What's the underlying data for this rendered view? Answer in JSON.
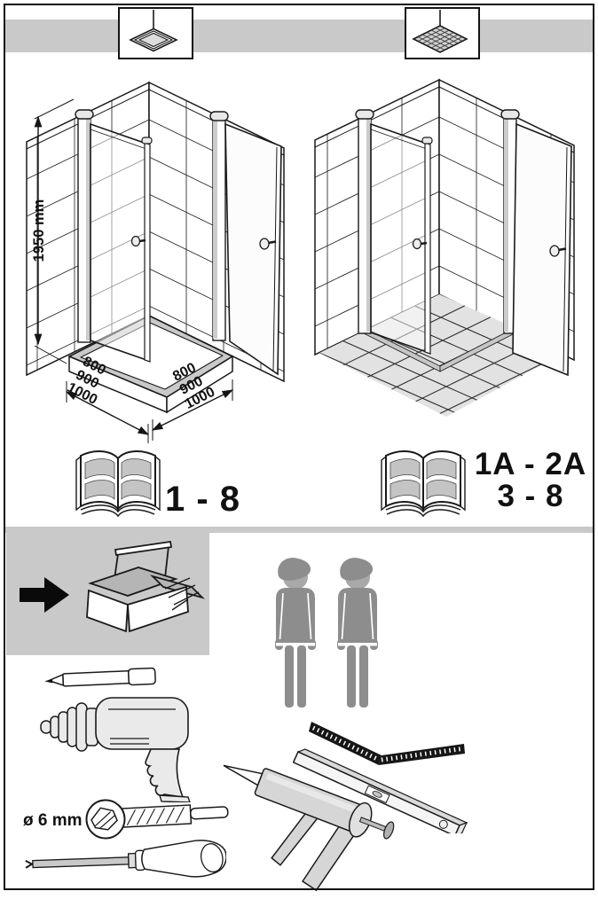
{
  "page": {
    "type": "shower-enclosure-assembly-instruction-sheet"
  },
  "colors": {
    "band_gray": "#c9c9c9",
    "panel_gray": "#c9c9c9",
    "outline": "#1a1a1a",
    "person_body": "#8d8d8d",
    "person_head": "#a9a9a9",
    "floor_tile": "#e2e2e2",
    "book_panel": "#c4c4c4",
    "tray_rim": "#c9c9c9",
    "arrow_black": "#0a0a0a"
  },
  "header_variants": {
    "left_icon": "flat-shower-tray-icon",
    "right_icon": "tiled-floor-icon"
  },
  "enclosure_left": {
    "name": "corner-shower-on-tray",
    "height_dimension": "1950 mm",
    "base_widths_left": [
      "800",
      "900",
      "1000"
    ],
    "base_widths_right": [
      "800",
      "900",
      "1000"
    ],
    "manual_pages": "1 - 8"
  },
  "enclosure_right": {
    "name": "corner-shower-on-tiled-floor",
    "manual_pages_line1": "1A - 2A",
    "manual_pages_line2": "3 - 8"
  },
  "requirements": {
    "arrow_icon": "black-right-arrow-icon",
    "toolbox_icon": "open-toolbox-icon",
    "people_icon": "two-installers-icon",
    "people_count": 2
  },
  "tools": {
    "drill_bit_diameter": "ø 6 mm",
    "items": [
      "marker-pen-icon",
      "power-drill-icon",
      "drill-bit-icon",
      "phillips-screwdriver-icon",
      "folding-square-icon",
      "spirit-level-icon",
      "silicone-caulk-gun-icon"
    ]
  }
}
